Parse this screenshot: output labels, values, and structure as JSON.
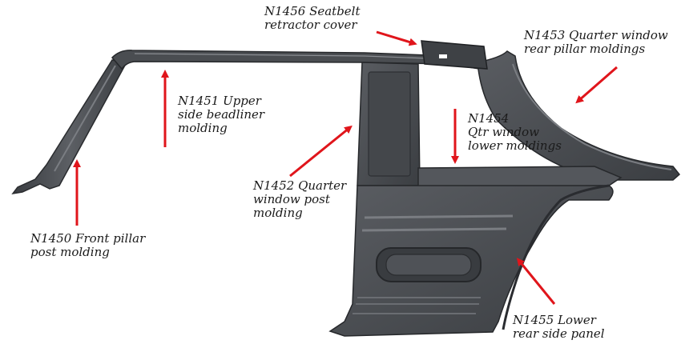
{
  "diagram": {
    "colors": {
      "panel": "#4a4d51",
      "panel_dark": "#2f3236",
      "panel_light": "#6a6d72",
      "arrow": "#e0151b"
    },
    "callouts": [
      {
        "id": "n1456",
        "lines": [
          "N1456 Seatbelt",
          "retractor cover"
        ]
      },
      {
        "id": "n1453",
        "lines": [
          "N1453 Quarter window",
          "rear pillar moldings"
        ]
      },
      {
        "id": "n1451",
        "lines": [
          "N1451 Upper",
          "side beadliner",
          "molding"
        ]
      },
      {
        "id": "n1454",
        "lines": [
          "N1454",
          "Qtr window",
          "lower moldings"
        ]
      },
      {
        "id": "n1452",
        "lines": [
          "N1452 Quarter",
          "window post",
          "molding"
        ]
      },
      {
        "id": "n1450",
        "lines": [
          "N1450 Front pillar",
          "post molding"
        ]
      },
      {
        "id": "n1455",
        "lines": [
          "N1455 Lower",
          "rear side panel"
        ]
      }
    ]
  }
}
